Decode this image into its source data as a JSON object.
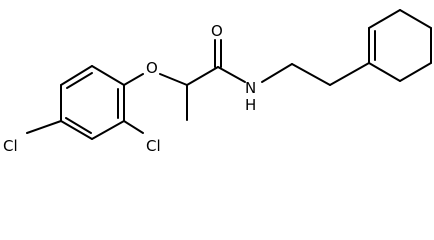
{
  "molecule": {
    "atom_labels": {
      "oxygen_carbonyl": "O",
      "oxygen_ether": "O",
      "nitrogen_amide": "N",
      "hydrogen_amide": "H",
      "chlorine_ortho": "Cl",
      "chlorine_para": "Cl"
    },
    "colors": {
      "bond": "#000000",
      "label": "#000000",
      "background": "#ffffff"
    }
  }
}
